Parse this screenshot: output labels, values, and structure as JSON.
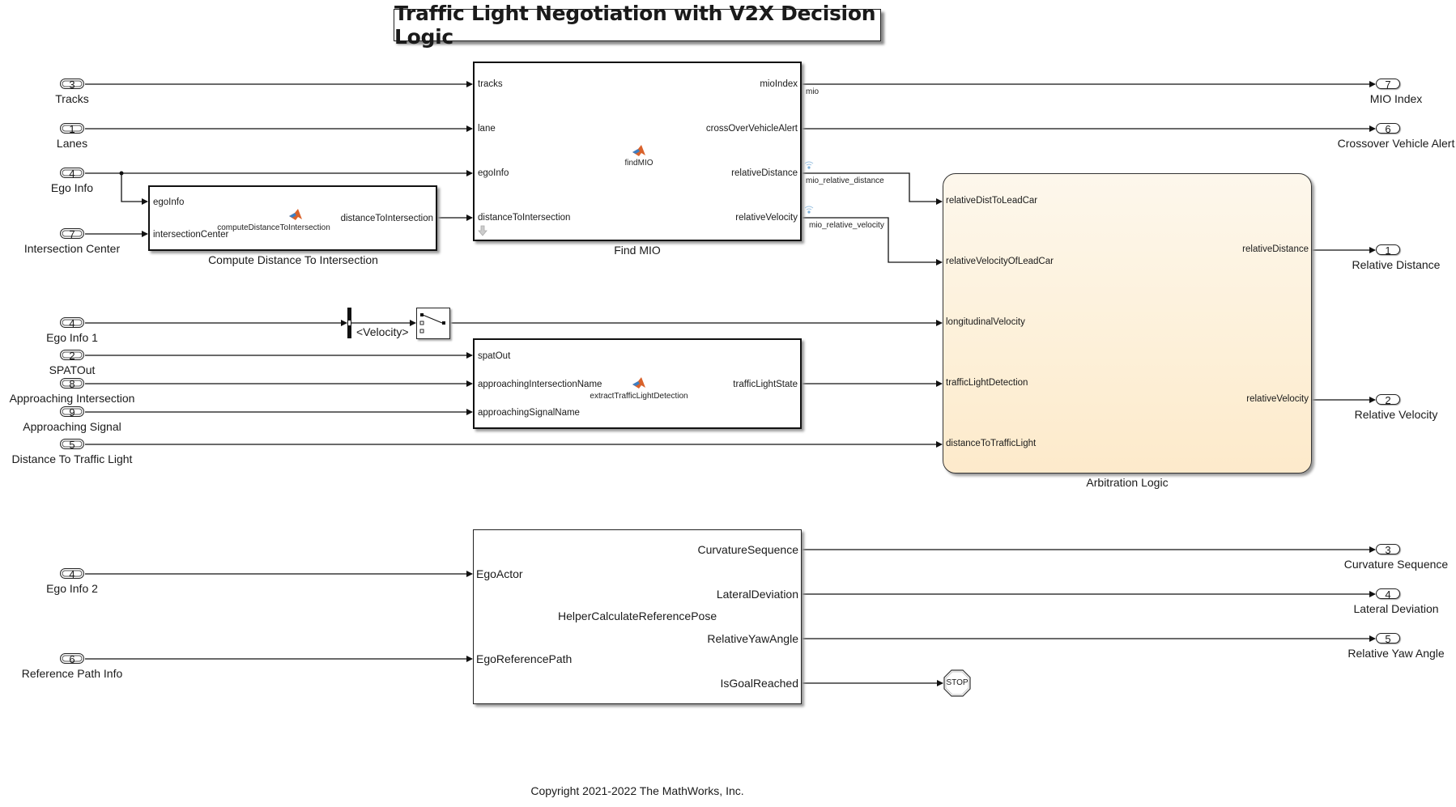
{
  "title": "Traffic Light Negotiation with V2X Decision Logic",
  "copyright": "Copyright 2021-2022 The MathWorks, Inc.",
  "inports": [
    {
      "number": "3",
      "label": "Tracks"
    },
    {
      "number": "1",
      "label": "Lanes"
    },
    {
      "number": "4",
      "label": "Ego Info"
    },
    {
      "number": "7",
      "label": "Intersection Center"
    },
    {
      "number": "4",
      "label": "Ego Info 1"
    },
    {
      "number": "2",
      "label": "SPATOut"
    },
    {
      "number": "8",
      "label": "Approaching Intersection"
    },
    {
      "number": "9",
      "label": "Approaching Signal"
    },
    {
      "number": "5",
      "label": "Distance To Traffic Light"
    },
    {
      "number": "4",
      "label": "Ego Info 2"
    },
    {
      "number": "6",
      "label": "Reference Path Info"
    }
  ],
  "outports": [
    {
      "number": "7",
      "label": "MIO Index"
    },
    {
      "number": "6",
      "label": "Crossover Vehicle Alert"
    },
    {
      "number": "1",
      "label": "Relative Distance"
    },
    {
      "number": "2",
      "label": "Relative Velocity"
    },
    {
      "number": "3",
      "label": "Curvature Sequence"
    },
    {
      "number": "4",
      "label": "Lateral Deviation"
    },
    {
      "number": "5",
      "label": "Relative Yaw Angle"
    }
  ],
  "blocks": {
    "compute_distance": {
      "label": "Compute Distance To Intersection",
      "function": "computeDistanceToIntersection",
      "inputs": [
        "egoInfo",
        "intersectionCenter"
      ],
      "outputs": [
        "distanceToIntersection"
      ]
    },
    "find_mio": {
      "label": "Find MIO",
      "function": "findMIO",
      "inputs": [
        "tracks",
        "lane",
        "egoInfo",
        "distanceToIntersection"
      ],
      "outputs": [
        "mioIndex",
        "crossOverVehicleAlert",
        "relativeDistance",
        "relativeVelocity"
      ]
    },
    "extract_traffic_light": {
      "function": "extractTrafficLightDetection",
      "inputs": [
        "spatOut",
        "approachingIntersectionName",
        "approachingSignalName"
      ],
      "outputs": [
        "trafficLightState"
      ]
    },
    "arbitration": {
      "label": "Arbitration Logic",
      "inputs": [
        "relativeDistToLeadCar",
        "relativeVelocityOfLeadCar",
        "longitudinalVelocity",
        "trafficLightDetection",
        "distanceToTrafficLight"
      ],
      "outputs": [
        "relativeDistance",
        "relativeVelocity"
      ]
    },
    "reference_pose": {
      "function": "HelperCalculateReferencePose",
      "inputs": [
        "EgoActor",
        "EgoReferencePath"
      ],
      "outputs": [
        "CurvatureSequence",
        "LateralDeviation",
        "RelativeYawAngle",
        "IsGoalReached"
      ]
    },
    "bus_selector": {
      "signal": "<Velocity>"
    },
    "stop": {
      "label": "STOP"
    }
  },
  "signal_labels": {
    "mio": "mio",
    "mio_relative_distance": "mio_relative_distance",
    "mio_relative_velocity": "mio_relative_velocity"
  },
  "colors": {
    "chart_fill_top": "#fdf7ec",
    "chart_fill_bottom": "#fdeacb",
    "logging_icon": "#7fb0d8",
    "matlab_orange": "#d9622b",
    "matlab_blue": "#3b7fc4"
  }
}
